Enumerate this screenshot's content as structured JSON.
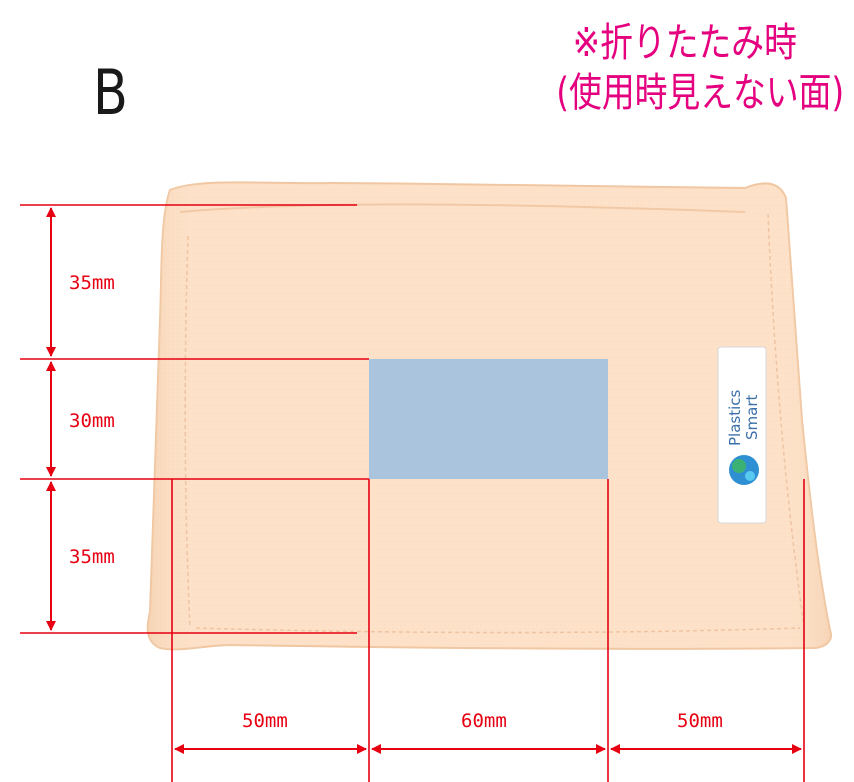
{
  "variant": "B",
  "note": {
    "line1": "※折りたたみ時",
    "line2": "(使用時見えない面)"
  },
  "label": {
    "line1": "Plastics",
    "line2": "Smart"
  },
  "dimensions": {
    "vertical": [
      "35mm",
      "30mm",
      "35mm"
    ],
    "horizontal": [
      "50mm",
      "60mm",
      "50mm"
    ]
  },
  "colors": {
    "dimension": "#e60012",
    "note": "#e4007f",
    "print_area": "#a9c4dc",
    "pouch": "#fde5cf"
  }
}
